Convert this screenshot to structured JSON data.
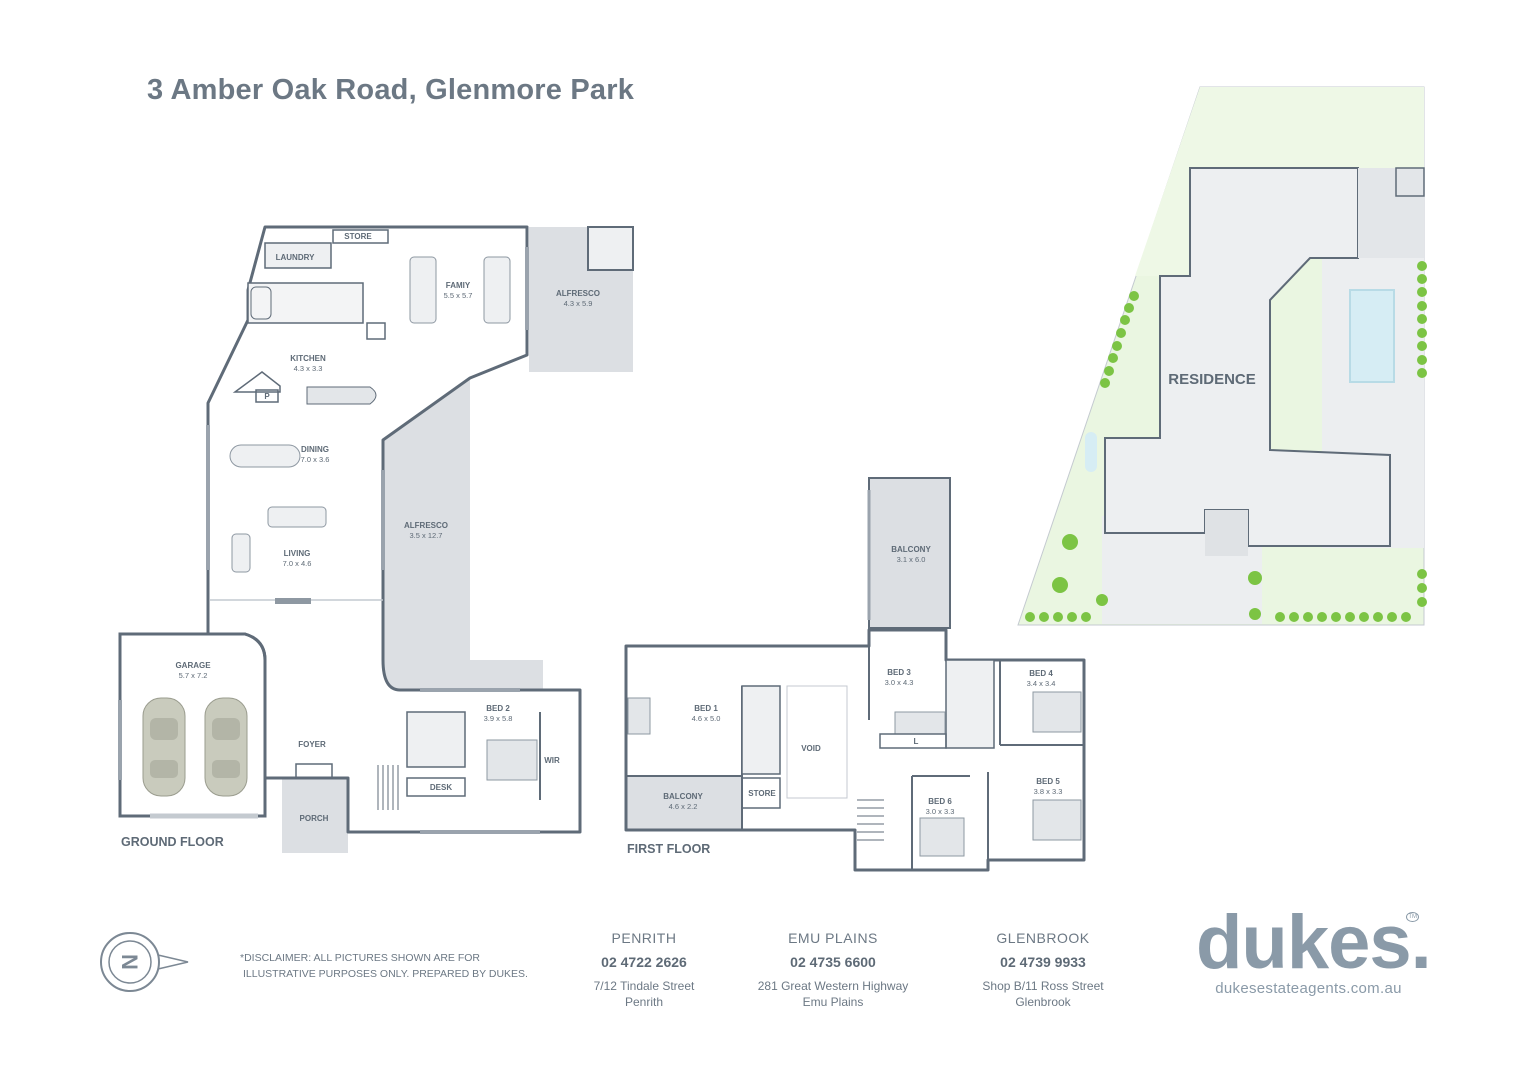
{
  "header": {
    "title": "3 Amber Oak Road, Glenmore Park"
  },
  "ground_floor": {
    "label": "GROUND FLOOR",
    "rooms": [
      {
        "name": "LAUNDRY",
        "dim": ""
      },
      {
        "name": "STORE",
        "dim": ""
      },
      {
        "name": "FAMIY",
        "dim": "5.5 x 5.7"
      },
      {
        "name": "ALFRESCO",
        "dim": "4.3 x 5.9"
      },
      {
        "name": "KITCHEN",
        "dim": "4.3 x 3.3"
      },
      {
        "name": "P",
        "dim": ""
      },
      {
        "name": "DINING",
        "dim": "7.0 x 3.6"
      },
      {
        "name": "ALFRESCO",
        "dim": "3.5 x 12.7"
      },
      {
        "name": "LIVING",
        "dim": "7.0 x 4.6"
      },
      {
        "name": "GARAGE",
        "dim": "5.7 x 7.2"
      },
      {
        "name": "FOYER",
        "dim": ""
      },
      {
        "name": "BED 2",
        "dim": "3.9 x 5.8"
      },
      {
        "name": "WIR",
        "dim": ""
      },
      {
        "name": "DESK",
        "dim": ""
      },
      {
        "name": "PORCH",
        "dim": ""
      }
    ]
  },
  "first_floor": {
    "label": "FIRST FLOOR",
    "rooms": [
      {
        "name": "BALCONY",
        "dim": "3.1 x 6.0"
      },
      {
        "name": "BED 3",
        "dim": "3.0 x 4.3"
      },
      {
        "name": "BED 4",
        "dim": "3.4 x 3.4"
      },
      {
        "name": "BED 1",
        "dim": "4.6 x 5.0"
      },
      {
        "name": "VOID",
        "dim": ""
      },
      {
        "name": "L",
        "dim": ""
      },
      {
        "name": "BED 5",
        "dim": "3.8 x 3.3"
      },
      {
        "name": "BED 6",
        "dim": "3.0 x 3.3"
      },
      {
        "name": "BALCONY",
        "dim": "4.6 x 2.2"
      },
      {
        "name": "STORE",
        "dim": ""
      }
    ]
  },
  "site": {
    "label": "RESIDENCE"
  },
  "disclaimer": [
    "*DISCLAIMER: ALL PICTURES SHOWN ARE FOR",
    "ILLUSTRATIVE PURPOSES ONLY. PREPARED BY DUKES."
  ],
  "compass": {
    "letter": "N"
  },
  "offices": [
    {
      "name": "PENRITH",
      "phone": "02 4722 2626",
      "addr1": "7/12 Tindale Street",
      "addr2": "Penrith"
    },
    {
      "name": "EMU PLAINS",
      "phone": "02 4735 6600",
      "addr1": "281 Great Western Highway",
      "addr2": "Emu Plains"
    },
    {
      "name": "GLENBROOK",
      "phone": "02 4739 9933",
      "addr1": "Shop B/11 Ross Street",
      "addr2": "Glenbrook"
    }
  ],
  "brand": {
    "logo": "dukes.",
    "tm": "TM",
    "url": "dukesestateagents.com.au"
  },
  "colors": {
    "wall": "#5f6b78",
    "outdoor": "#dcdfe3",
    "lawn": "#eaf6e1",
    "tree": "#7cc444",
    "text": "#5e6a76"
  }
}
